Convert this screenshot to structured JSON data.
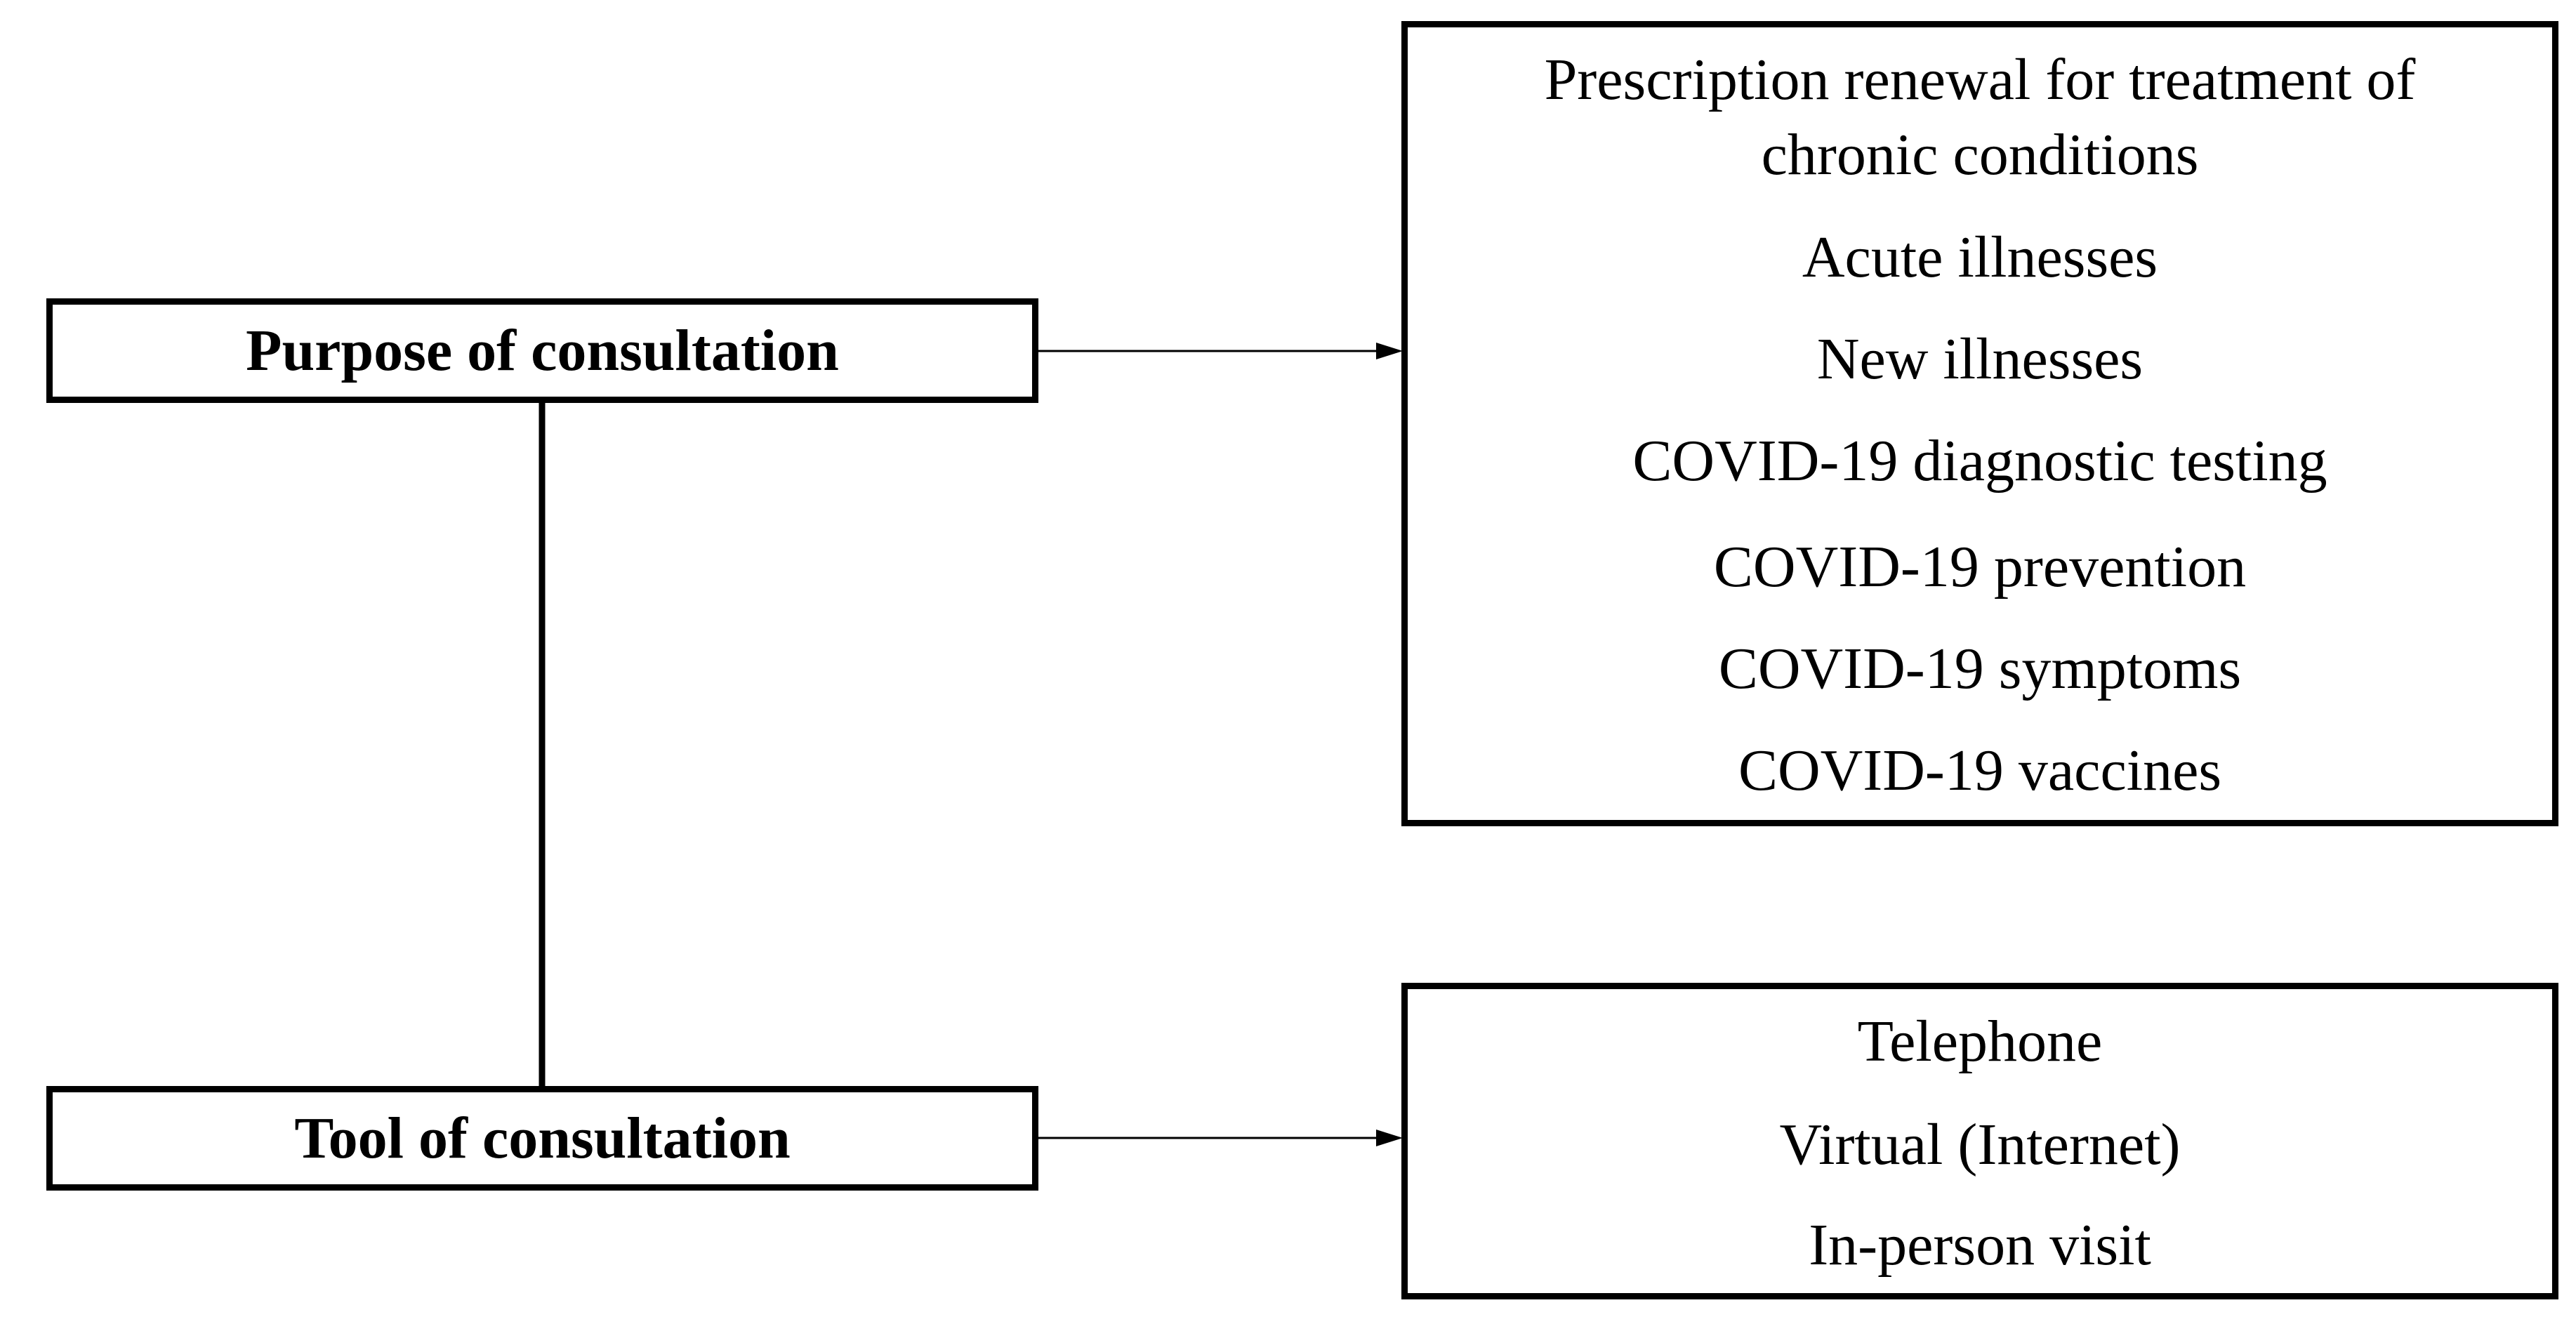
{
  "diagram": {
    "purpose": {
      "label": "Purpose of consultation",
      "items": [
        "Prescription renewal for treatment of",
        "chronic conditions",
        "Acute illnesses",
        "New illnesses",
        "COVID-19 diagnostic testing",
        "COVID-19 prevention",
        "COVID-19 symptoms",
        "COVID-19 vaccines"
      ]
    },
    "tool": {
      "label": "Tool of consultation",
      "items": [
        "Telephone",
        "Virtual (Internet)",
        "In-person visit"
      ]
    }
  }
}
